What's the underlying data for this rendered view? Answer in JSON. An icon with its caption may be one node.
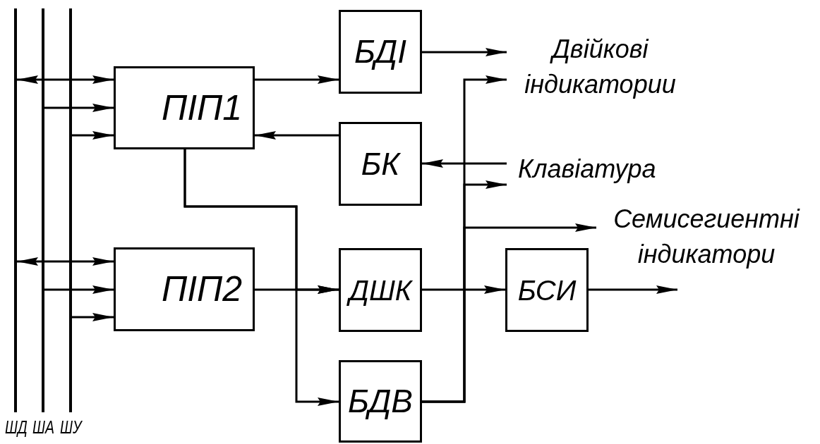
{
  "diagram": {
    "nodes": [
      {
        "text": [],
        "shape": "bar",
        "beside": [
          "ШД"
        ]
      },
      {
        "text": [],
        "shape": "bar",
        "beside": [
          "ША"
        ]
      },
      {
        "text": [],
        "shape": "bar",
        "beside": [
          "ШУ"
        ]
      },
      {
        "text": [
          "ПІП1"
        ]
      },
      {
        "text": [
          "ПІП2"
        ]
      },
      {
        "text": [
          "БДІ"
        ]
      },
      {
        "text": [
          "БК"
        ]
      },
      {
        "text": [
          "ДШК"
        ]
      },
      {
        "text": [
          "БДВ"
        ]
      },
      {
        "text": [
          "БСИ"
        ]
      },
      {
        "text": [
          "Двійкові індикатории"
        ]
      },
      {
        "text": [
          "Клавіатура"
        ]
      },
      {
        "text": [
          "Семисегиентні індикатори"
        ]
      }
    ],
    "edges": [
      {
        "from": 0,
        "to": 3,
        "arrow": "both"
      },
      {
        "from": 1,
        "to": 3,
        "arrow": "to"
      },
      {
        "from": 2,
        "to": 3,
        "arrow": "to"
      },
      {
        "from": 0,
        "to": 4,
        "arrow": "both"
      },
      {
        "from": 1,
        "to": 4,
        "arrow": "to"
      },
      {
        "from": 2,
        "to": 4,
        "arrow": "to"
      },
      {
        "from": 3,
        "to": 5,
        "arrow": "to"
      },
      {
        "from": 5,
        "to": 10,
        "arrow": "to"
      },
      {
        "from": 6,
        "to": 3,
        "arrow": "to"
      },
      {
        "from": 11,
        "to": 6,
        "arrow": "to"
      },
      {
        "from": 3,
        "to": 7,
        "arrow": "to"
      },
      {
        "from": 3,
        "to": 8,
        "arrow": "to"
      },
      {
        "from": 4,
        "to": 7,
        "arrow": "to"
      },
      {
        "from": 7,
        "to": 9,
        "arrow": "to"
      },
      {
        "from": 8,
        "to": 10,
        "arrow": "to"
      },
      {
        "from": 8,
        "to": 11,
        "arrow": "to"
      },
      {
        "from": 8,
        "to": 12,
        "arrow": "to"
      },
      {
        "from": 9,
        "to": 12,
        "arrow": "to"
      }
    ]
  }
}
